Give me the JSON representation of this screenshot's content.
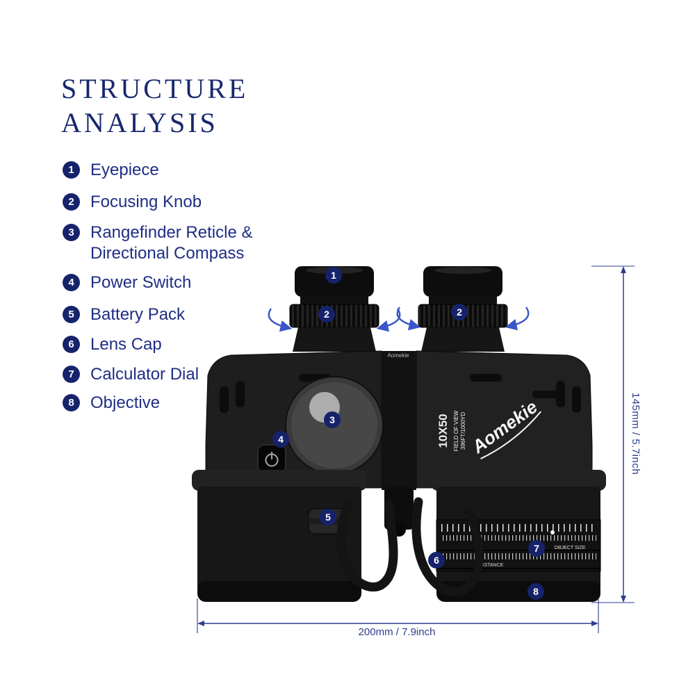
{
  "title": {
    "line1": "STRUCTURE",
    "line2": "ANALYSIS"
  },
  "legend": [
    {
      "num": "1",
      "label": "Eyepiece"
    },
    {
      "num": "2",
      "label": "Focusing Knob"
    },
    {
      "num": "3",
      "label": "Rangefinder Reticle & Directional Compass"
    },
    {
      "num": "4",
      "label": "Power Switch"
    },
    {
      "num": "5",
      "label": "Battery Pack"
    },
    {
      "num": "6",
      "label": "Lens Cap"
    },
    {
      "num": "7",
      "label": "Calculator Dial"
    },
    {
      "num": "8",
      "label": "Objective"
    }
  ],
  "callouts": [
    {
      "num": "1"
    },
    {
      "num": "2"
    },
    {
      "num": "2"
    },
    {
      "num": "3"
    },
    {
      "num": "4"
    },
    {
      "num": "5"
    },
    {
      "num": "6"
    },
    {
      "num": "7"
    },
    {
      "num": "8"
    }
  ],
  "dimensions": {
    "height_label": "145mm / 5.7inch",
    "width_label": "200mm / 7.9inch"
  },
  "product": {
    "brand": "Aomekie",
    "model": "10X50",
    "fov_label": "FIELD OF VIEW",
    "fov_value": "396FT/1000YD"
  },
  "dial": {
    "object_size_label": "OBJECT SIZE",
    "distance_label": "DISTANCE"
  },
  "colors": {
    "accent_navy": "#17276d",
    "badge_navy": "#16236b",
    "dimension_line": "#2e3d8f",
    "rotation_arrow_blue": "#3a55c8"
  }
}
